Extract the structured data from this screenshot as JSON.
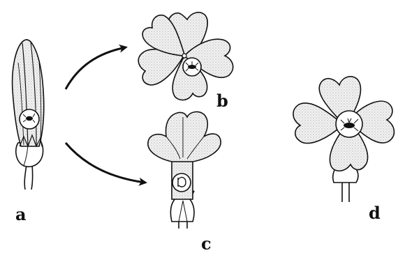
{
  "labels": {
    "a": "a",
    "b": "b",
    "c": "c",
    "d": "d"
  },
  "colors": {
    "ink": "#111111",
    "petal_fill": "#e6e6e6",
    "background": "#ffffff"
  },
  "icons": {
    "arrow": "curved-arrow-icon",
    "insect": "insect-icon"
  }
}
